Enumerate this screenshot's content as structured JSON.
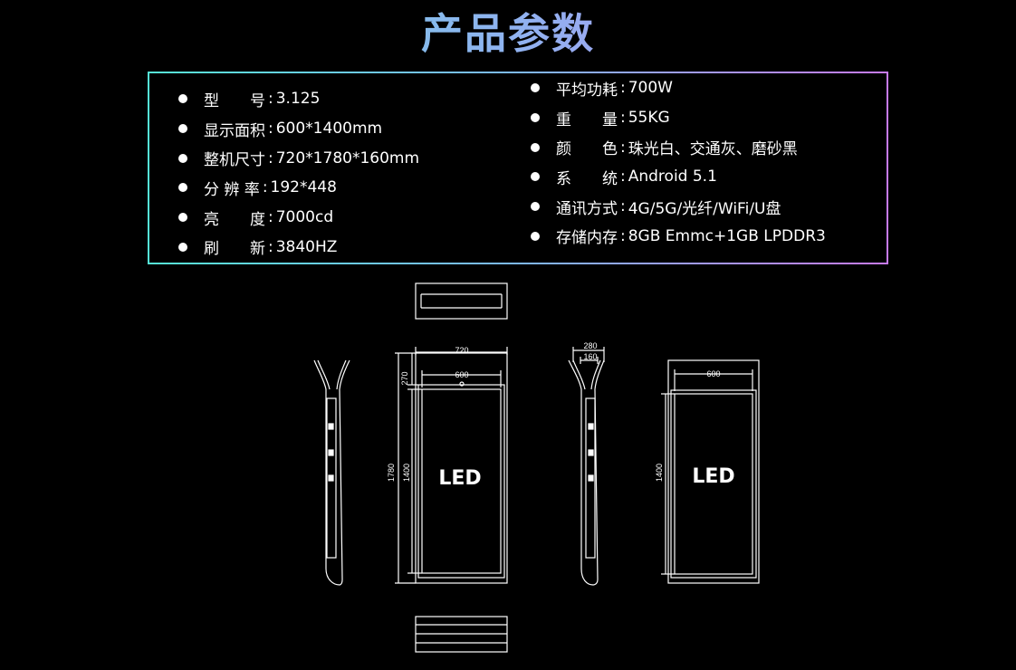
{
  "title": "产品参数",
  "specs_left": [
    {
      "label": "型　　号",
      "value": "3.125"
    },
    {
      "label": "显示面积",
      "value": "600*1400mm"
    },
    {
      "label": "整机尺寸",
      "value": "720*1780*160mm"
    },
    {
      "label": "分 辨 率",
      "value": "192*448"
    },
    {
      "label": "亮　　度",
      "value": "7000cd"
    },
    {
      "label": "刷　　新",
      "value": "3840HZ"
    }
  ],
  "specs_right": [
    {
      "label": "平均功耗",
      "value": "700W"
    },
    {
      "label": "重　　量",
      "value": "55KG"
    },
    {
      "label": "颜　　色",
      "value": "珠光白、交通灰、磨砂黑"
    },
    {
      "label": "系　　统",
      "value": "Android 5.1"
    },
    {
      "label": "通讯方式",
      "value": "4G/5G/光纤/WiFi/U盘"
    },
    {
      "label": "存储内存",
      "value": "8GB Emmc+1GB LPDDR3"
    }
  ],
  "separator": ":",
  "drawing": {
    "front_width": "720",
    "screen_width": "600",
    "top_height": "270",
    "total_height": "1780",
    "screen_height": "1400",
    "side_depth_outer": "280",
    "side_depth_inner": "160",
    "back_screen_width": "600",
    "back_screen_height": "1400",
    "led_label": "LED"
  },
  "colors": {
    "line": "#ffffff",
    "background": "#000000",
    "gradient_start": "#55e3d6",
    "gradient_end": "#c77af5"
  }
}
